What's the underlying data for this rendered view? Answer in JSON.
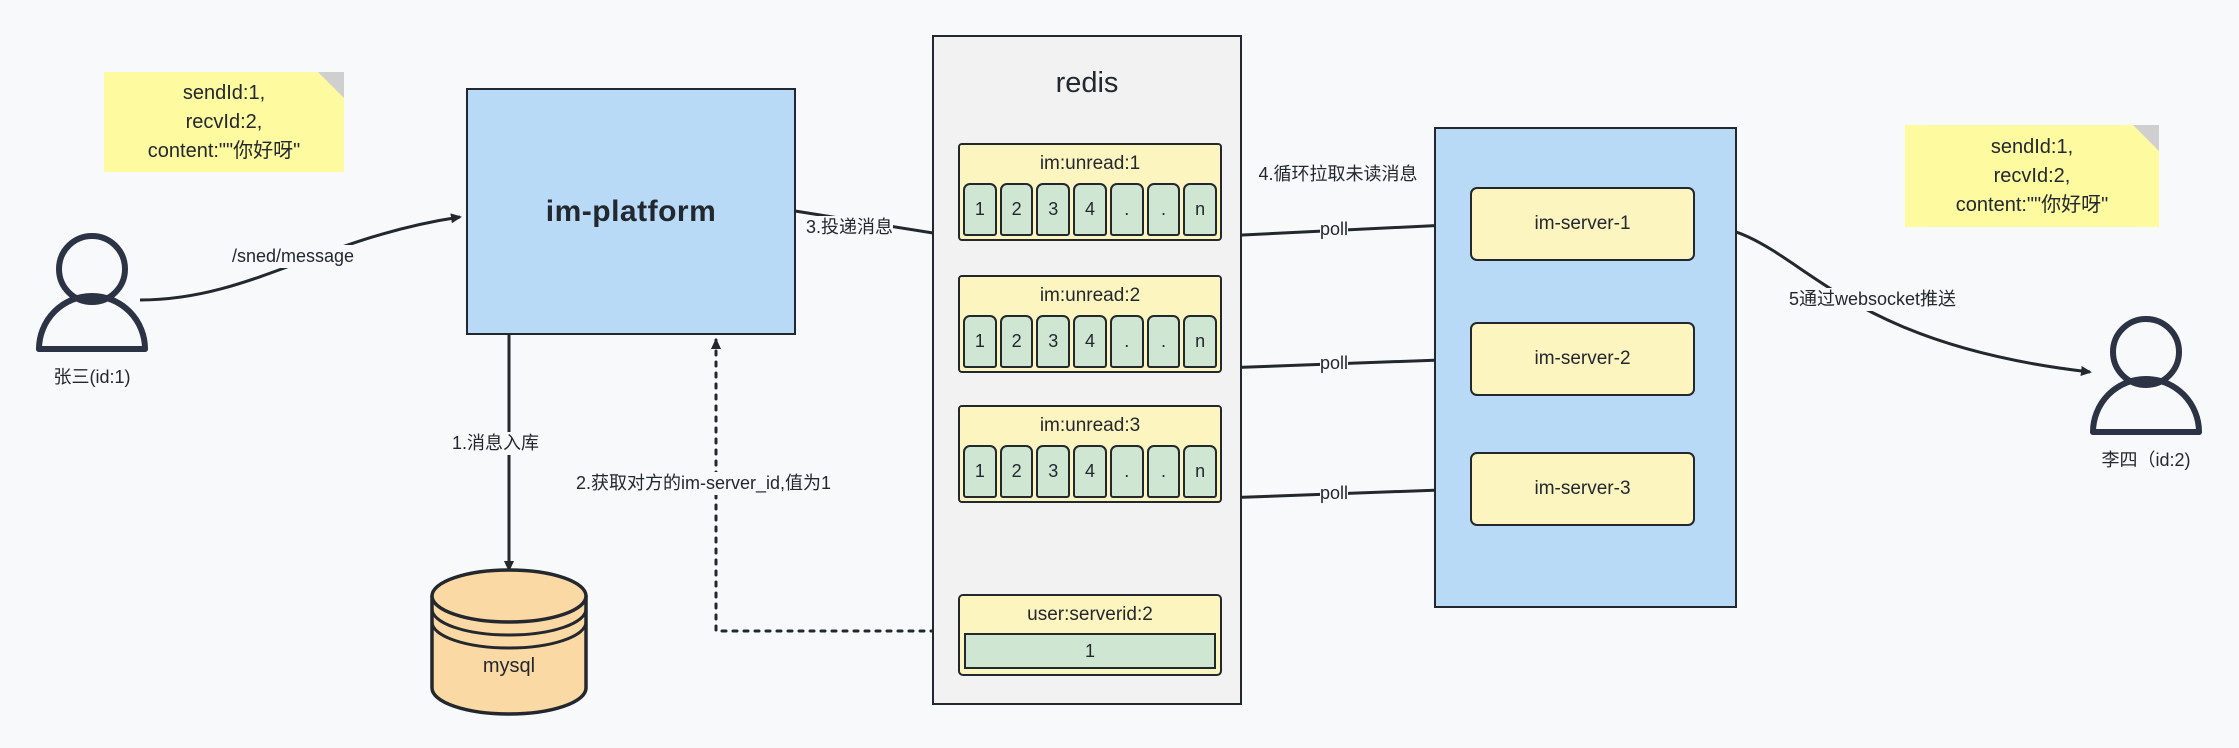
{
  "diagram": {
    "title": "IM message delivery architecture",
    "colors": {
      "background": "#f8f9fa",
      "note": "#fdfaa0",
      "blue": "#b8daf7",
      "yellow": "#fdf5c0",
      "green": "#cfe6d2",
      "orange": "#fbd9a5",
      "stroke": "#23272e",
      "redis_panel": "#f2f2f2"
    }
  },
  "notes": {
    "left": {
      "line1": "sendId:1,",
      "line2": "recvId:2,",
      "line3": "content:\"\"你好呀\""
    },
    "right": {
      "line1": "sendId:1,",
      "line2": "recvId:2,",
      "line3": "content:\"\"你好呀\""
    }
  },
  "actors": {
    "sender": {
      "caption": "张三(id:1)",
      "icon": "user-icon"
    },
    "receiver": {
      "caption": "李四（id:2)",
      "icon": "user-icon"
    }
  },
  "nodes": {
    "platform": {
      "label": "im-platform"
    },
    "mysql": {
      "label": "mysql"
    },
    "redis": {
      "label": "redis"
    },
    "server_group": {
      "label": ""
    },
    "servers": [
      {
        "label": "im-server-1"
      },
      {
        "label": "im-server-2"
      },
      {
        "label": "im-server-3"
      }
    ]
  },
  "redis_lists": [
    {
      "key": "im:unread:1",
      "cells": [
        "1",
        "2",
        "3",
        "4",
        ".",
        ".",
        "n"
      ]
    },
    {
      "key": "im:unread:2",
      "cells": [
        "1",
        "2",
        "3",
        "4",
        ".",
        ".",
        "n"
      ]
    },
    {
      "key": "im:unread:3",
      "cells": [
        "1",
        "2",
        "3",
        "4",
        ".",
        ".",
        "n"
      ]
    }
  ],
  "redis_kv": {
    "key": "user:serverid:2",
    "value": "1"
  },
  "edges": {
    "send_message": "/sned/message",
    "step1": "1.消息入库",
    "step2": "2.获取对方的im-server_id,值为1",
    "step3": "3.投递消息",
    "step4": "4.循环拉取未读消息",
    "poll1": "poll",
    "poll2": "poll",
    "poll3": "poll",
    "step5": "5通过websocket推送"
  }
}
